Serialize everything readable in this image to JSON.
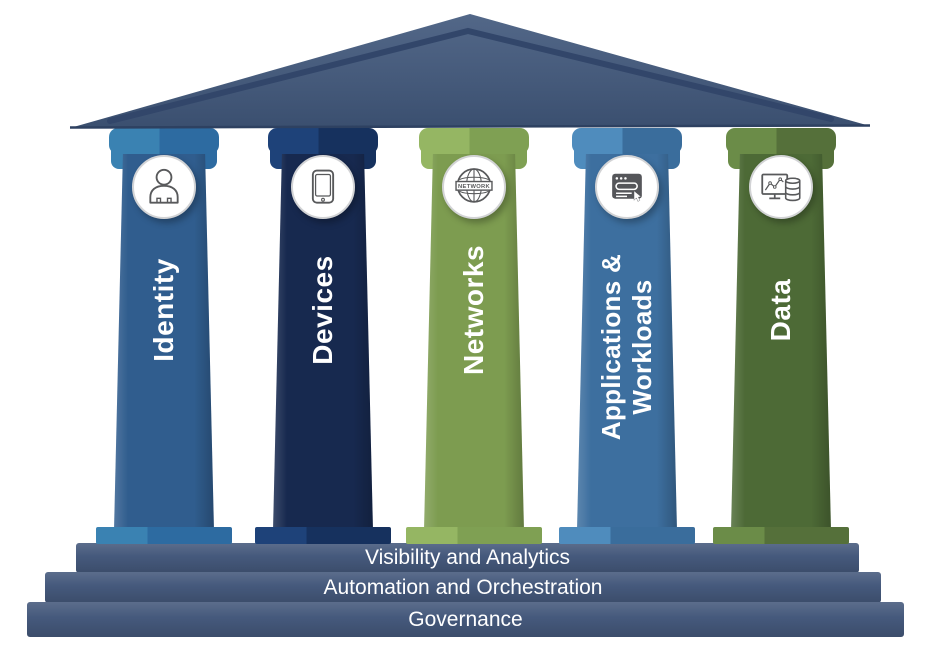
{
  "diagram": {
    "pillars": [
      {
        "id": "identity",
        "lines": [
          "Identity"
        ],
        "icon": "person-icon",
        "shaft": "#305d8e",
        "cap_light": "#3a82b2",
        "cap_dark": "#2d6ba1"
      },
      {
        "id": "devices",
        "lines": [
          "Devices"
        ],
        "icon": "smartphone-icon",
        "shaft": "#17294f",
        "cap_light": "#1e4279",
        "cap_dark": "#16315e"
      },
      {
        "id": "networks",
        "lines": [
          "Networks"
        ],
        "icon": "network-globe-icon",
        "shaft": "#7d9c50",
        "cap_light": "#95b663",
        "cap_dark": "#7fa053"
      },
      {
        "id": "applications-workloads",
        "lines": [
          "Applications &",
          "Workloads"
        ],
        "icon": "app-window-icon",
        "shaft": "#3d6f9f",
        "cap_light": "#4f8cbd",
        "cap_dark": "#3a6d9c"
      },
      {
        "id": "data",
        "lines": [
          "Data"
        ],
        "icon": "data-analytics-icon",
        "shaft": "#4d6a36",
        "cap_light": "#6b8c48",
        "cap_dark": "#55703a"
      }
    ],
    "network_icon_label": "NETWORK",
    "foundation_layers": [
      "Visibility and Analytics",
      "Automation and Orchestration",
      "Governance"
    ],
    "colors": {
      "roof": "#41587c",
      "roof_bevel": "#32466a",
      "foundation": "#45597c",
      "label_text": "#ffffff",
      "icon_stroke": "#58595b"
    }
  }
}
